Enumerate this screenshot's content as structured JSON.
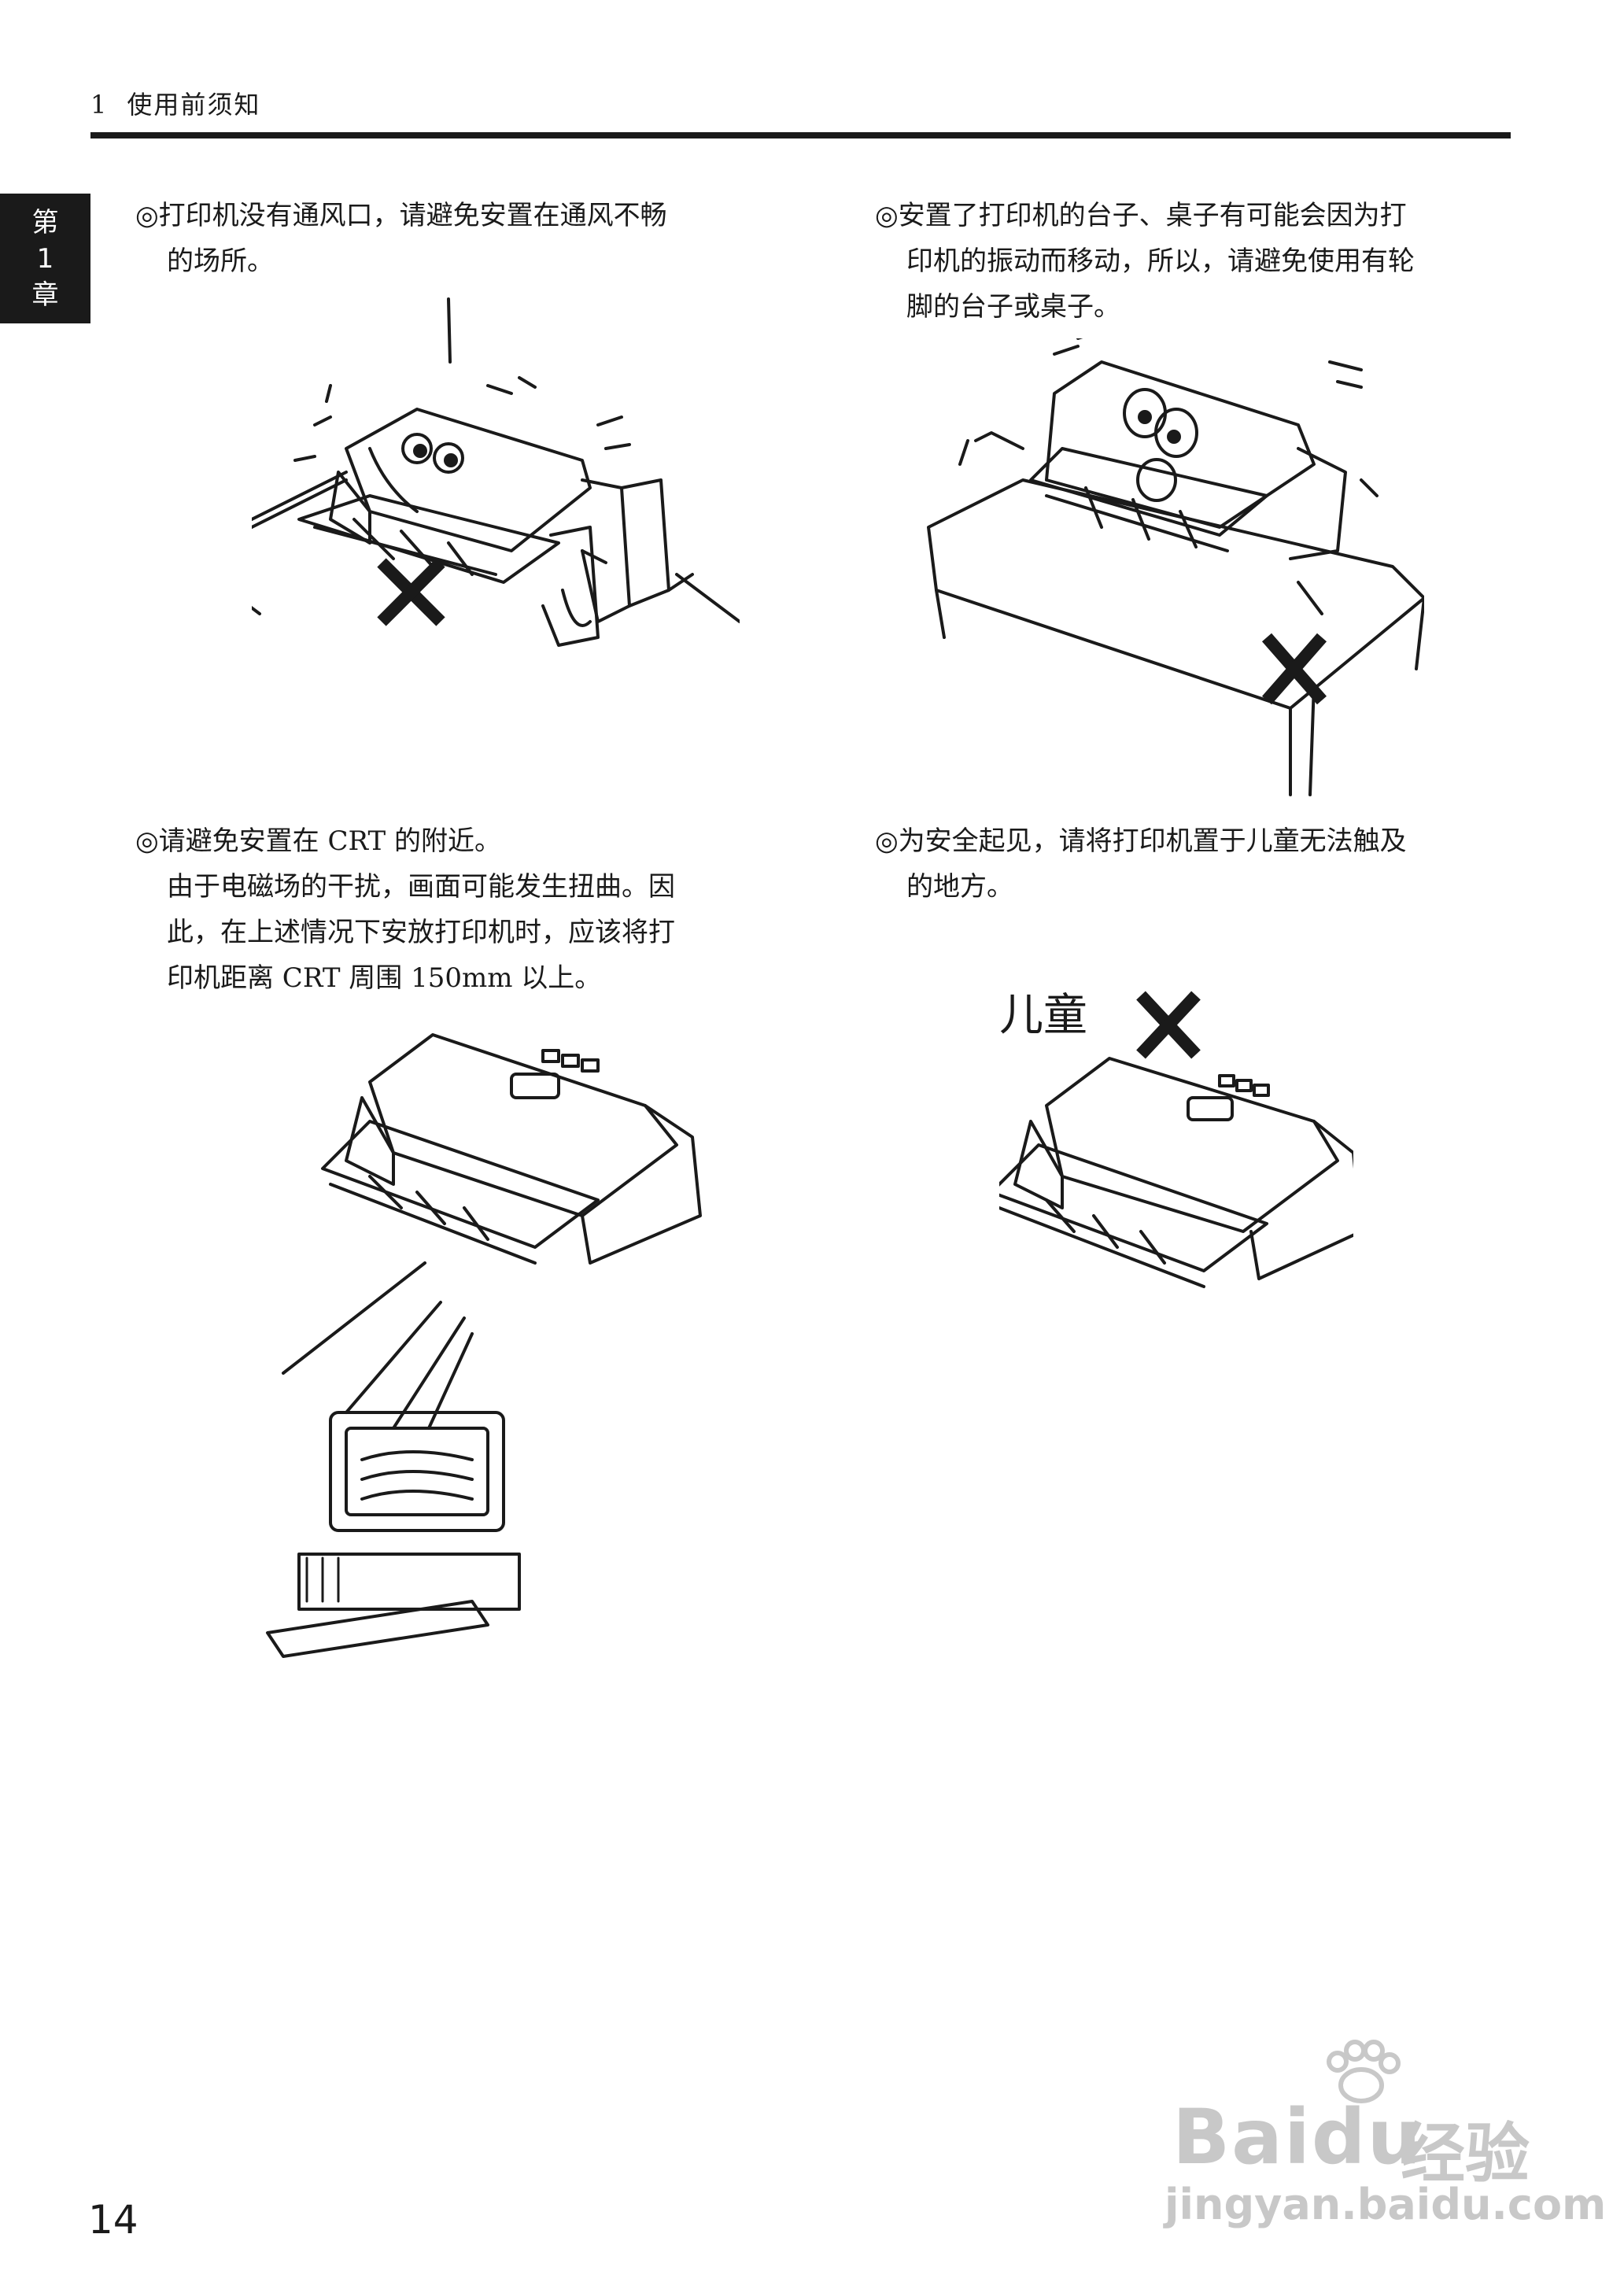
{
  "header": {
    "number": "1",
    "title": "使用前须知"
  },
  "chapter_tab": {
    "top": "第",
    "num": "1",
    "bottom": "章"
  },
  "sections": {
    "ventilation": {
      "first": "◎打印机没有通风口，请避免安置在通风不畅",
      "cont": [
        "的场所。"
      ]
    },
    "table": {
      "first": "◎安置了打印机的台子、桌子有可能会因为打",
      "cont": [
        "印机的振动而移动，所以，请避免使用有轮",
        "脚的台子或桌子。"
      ]
    },
    "crt": {
      "first": "◎请避免安置在 CRT 的附近。",
      "cont": [
        "由于电磁场的干扰，画面可能发生扭曲。因",
        "此，在上述情况下安放打印机时，应该将打",
        "印机距离 CRT 周围 150mm 以上。"
      ]
    },
    "children": {
      "first": "◎为安全起见，请将打印机置于儿童无法触及",
      "cont": [
        "的地方。"
      ]
    }
  },
  "illustration_children": {
    "label": "儿童"
  },
  "page_number": "14",
  "watermark": {
    "brand": "Bai",
    "brand2": "du",
    "brand_cn": "经验",
    "url": "jingyan.baidu.com"
  }
}
